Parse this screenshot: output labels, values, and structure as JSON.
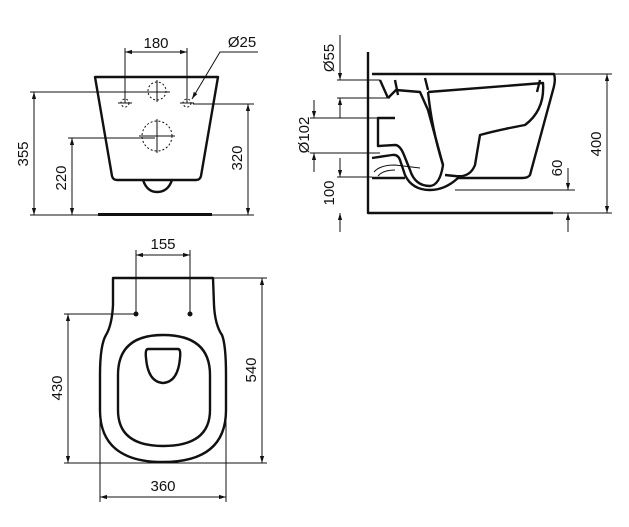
{
  "front_view": {
    "dim_bolt_spacing": "180",
    "dim_bolt_diameter": "Ø25",
    "dim_total_height": "355",
    "dim_outlet_height": "220",
    "dim_bolt_height": "320"
  },
  "side_view": {
    "dim_inlet_diameter": "Ø55",
    "dim_outlet_diameter": "Ø102",
    "dim_floor_clearance": "100",
    "dim_trap_height": "60",
    "dim_total_height": "400"
  },
  "top_view": {
    "dim_fixing_spacing": "155",
    "dim_fixing_to_front": "430",
    "dim_total_depth": "540",
    "dim_width": "360"
  },
  "colors": {
    "line": "#111111",
    "background": "#ffffff"
  }
}
